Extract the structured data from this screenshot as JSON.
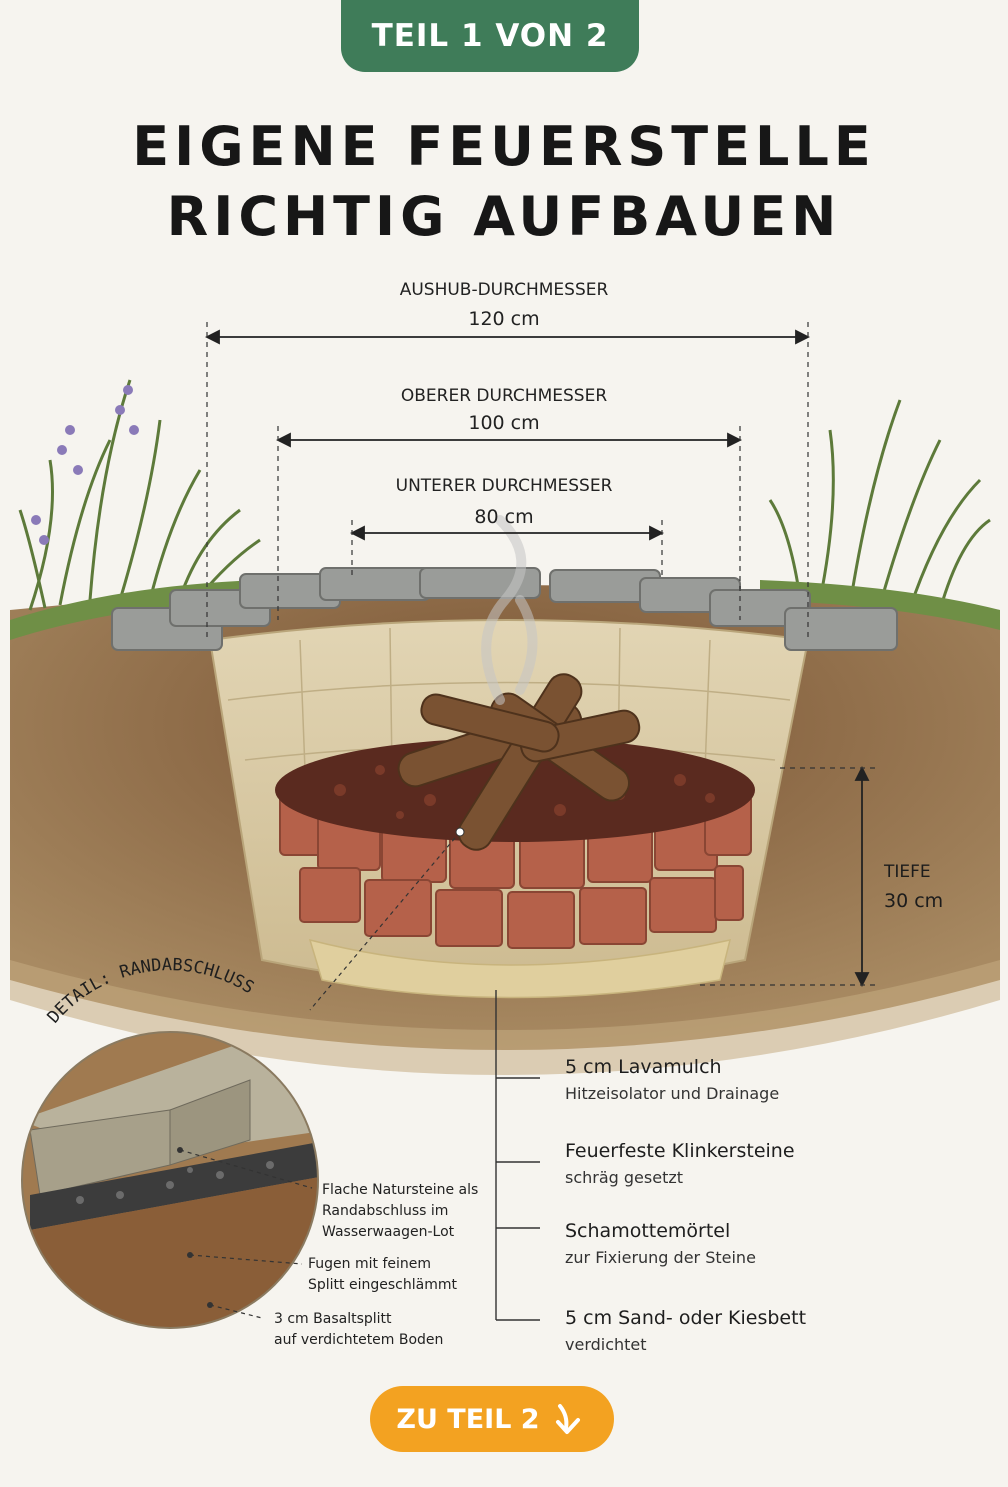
{
  "badge": {
    "label": "TEIL 1 VON 2"
  },
  "title": {
    "line1": "EIGENE FEUERSTELLE",
    "line2": "RICHTIG AUFBAUEN"
  },
  "dimensions": {
    "excavation": {
      "label": "AUSHUB-DURCHMESSER",
      "value": "120 cm"
    },
    "top": {
      "label": "OBERER DURCHMESSER",
      "value": "100 cm"
    },
    "bottom": {
      "label": "UNTERER DURCHMESSER",
      "value": "80 cm"
    },
    "depth": {
      "label": "TIEFE",
      "value": "30 cm"
    }
  },
  "layers": [
    {
      "title": "5 cm Lavamulch",
      "sub": "Hitzeisolator und Drainage"
    },
    {
      "title": "Feuerfeste Klinkersteine",
      "sub": "schräg gesetzt"
    },
    {
      "title": "Schamottemörtel",
      "sub": "zur Fixierung der Steine"
    },
    {
      "title": "5 cm Sand- oder Kiesbett",
      "sub": "verdichtet"
    }
  ],
  "detail": {
    "heading": "DETAIL: RANDABSCHLUSS",
    "notes": [
      {
        "line1": "Flache Natursteine als",
        "line2": "Randabschluss im",
        "line3": "Wasserwaagen-Lot"
      },
      {
        "line1": "Fugen mit feinem",
        "line2": "Splitt eingeschlämmt"
      },
      {
        "line1": "3 cm Basaltsplitt",
        "line2": "auf verdichtetem Boden"
      }
    ]
  },
  "cta": {
    "label": "ZU TEIL 2",
    "icon": "arrow-down-right-icon"
  },
  "colors": {
    "badge": "#3f7c59",
    "cta": "#f3a221",
    "soil": "#6b4a2e",
    "brick": "#b5614a",
    "lava": "#5a2a1f",
    "stone": "#8d8f8c",
    "sand": "#e0cf9e"
  }
}
